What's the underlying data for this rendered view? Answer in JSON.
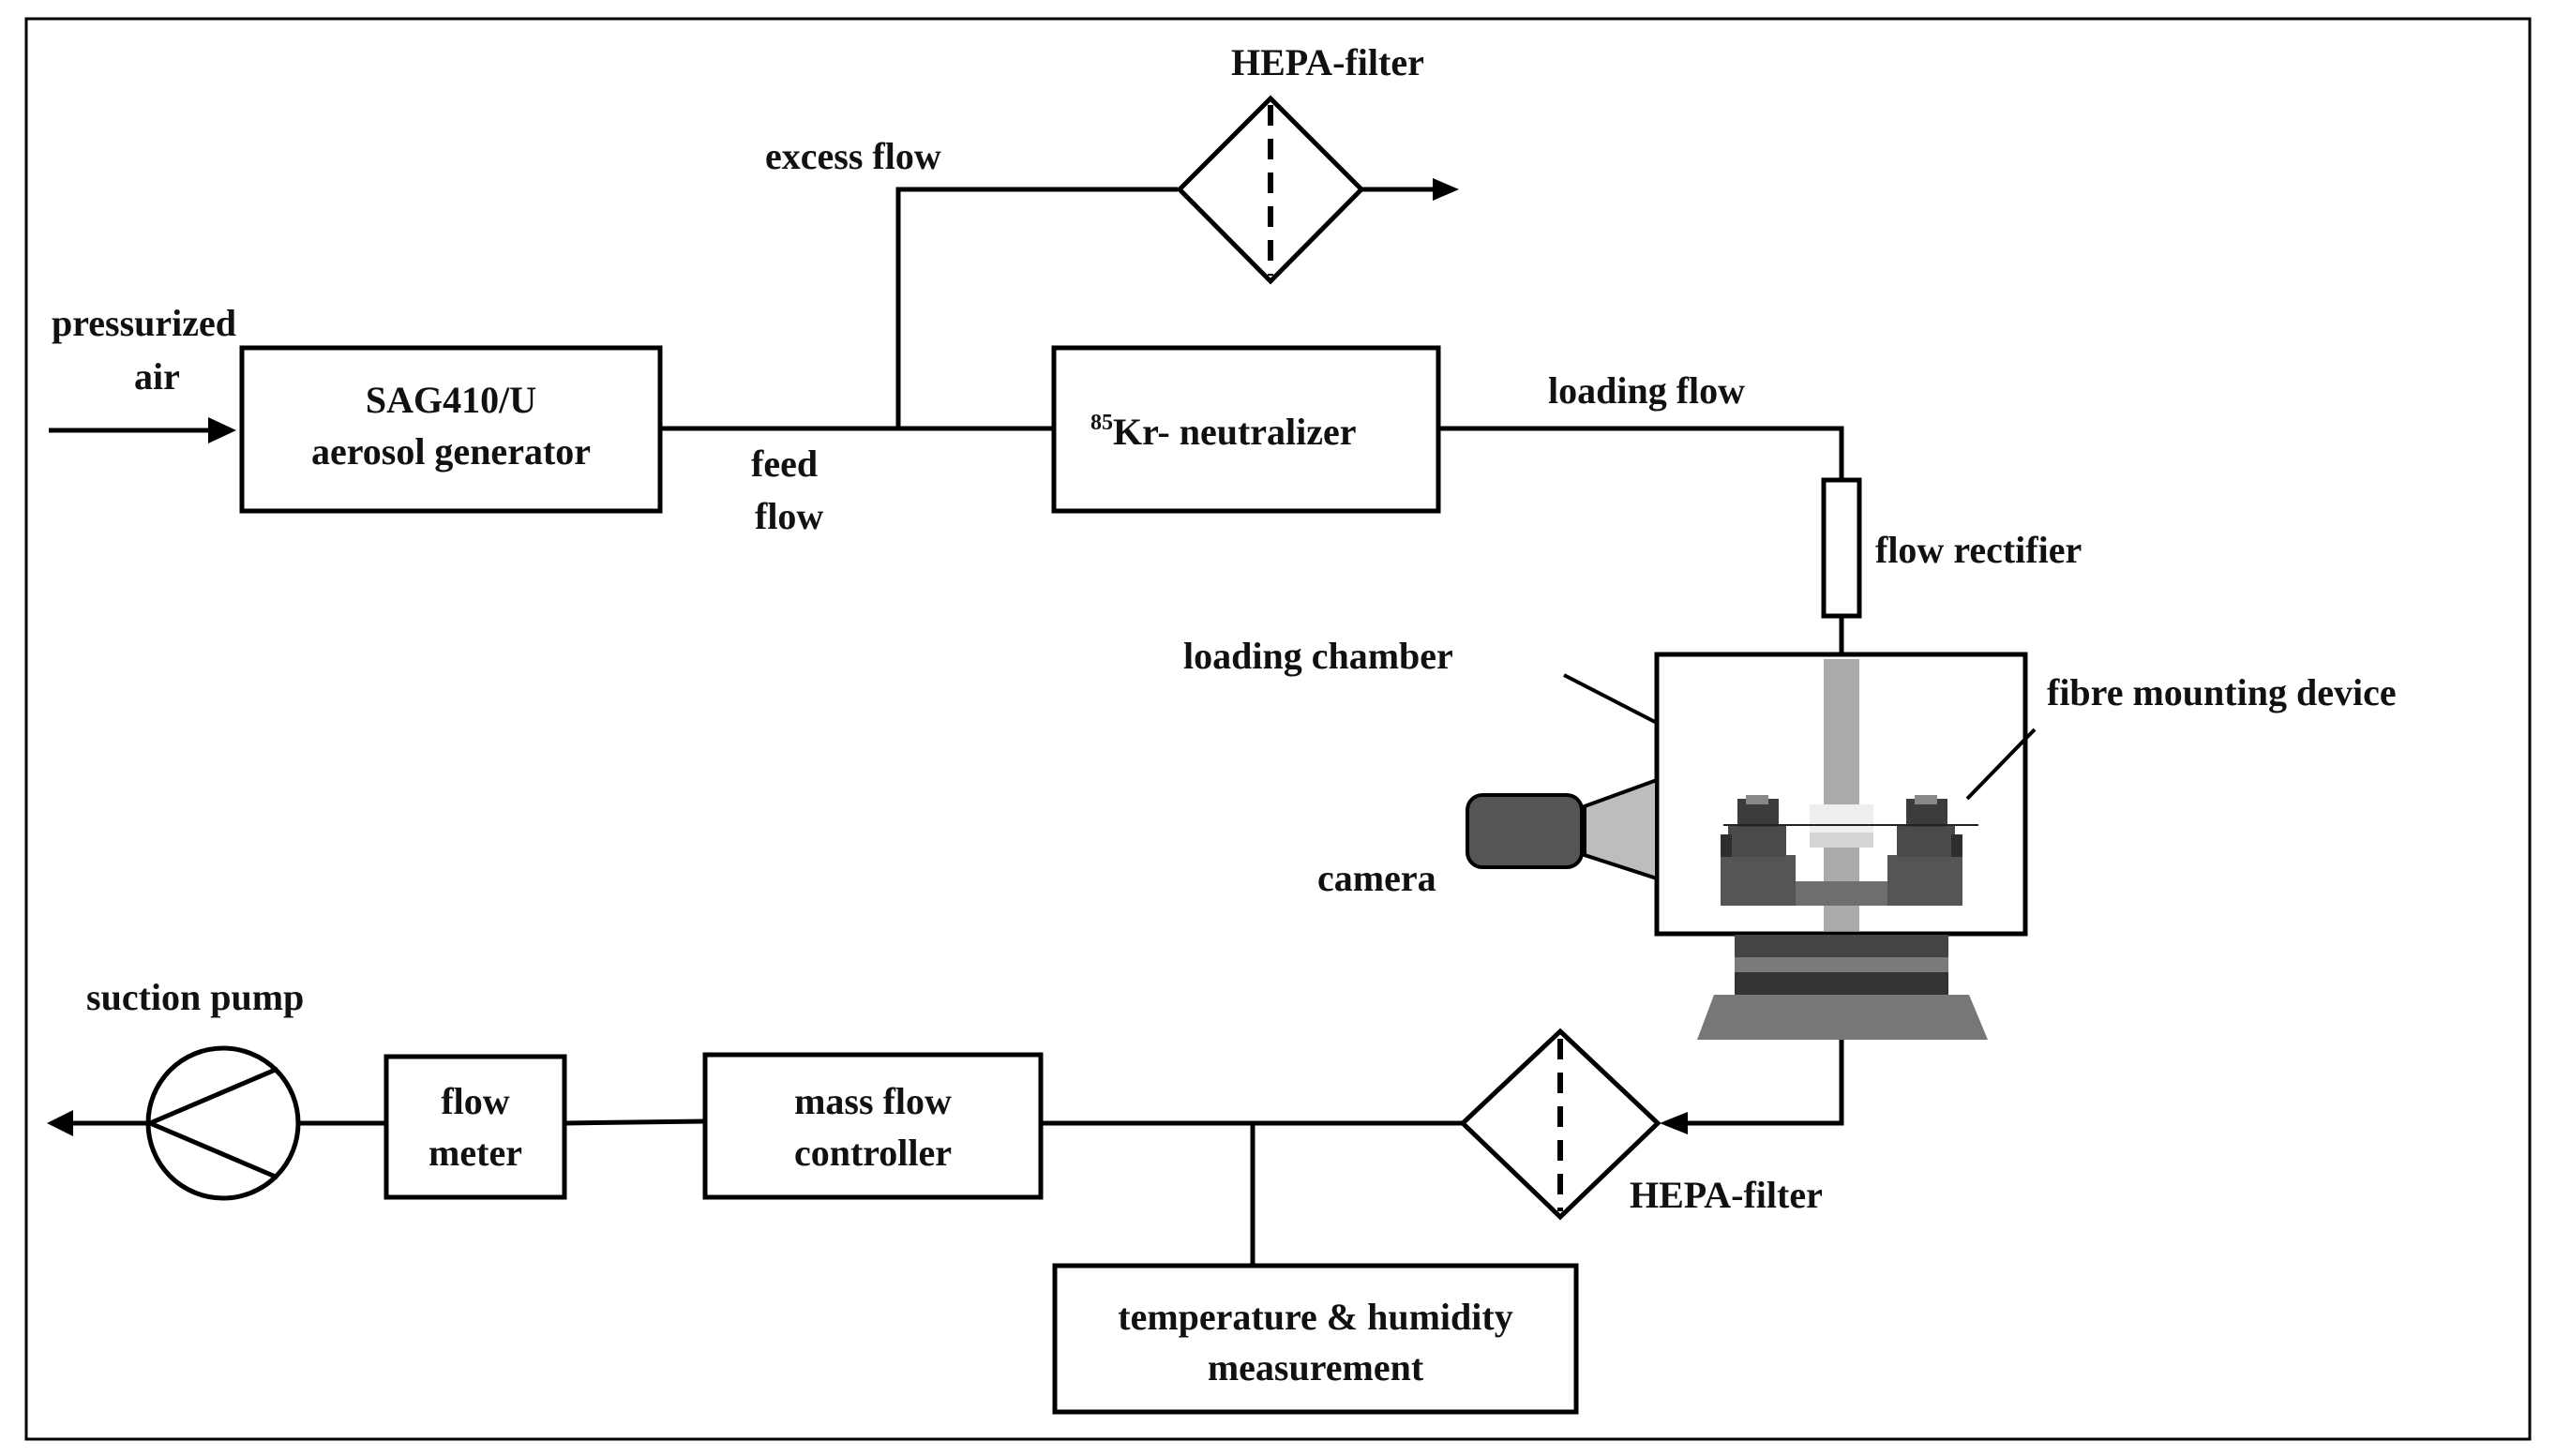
{
  "labels": {
    "pressurized_air_1": "pressurized",
    "pressurized_air_2": "air",
    "generator_1": "SAG410/U",
    "generator_2": "aerosol generator",
    "feed_flow_1": "feed",
    "feed_flow_2": "flow",
    "excess_flow": "excess flow",
    "hepa_top": "HEPA-filter",
    "neutralizer_sup": "85",
    "neutralizer": "Kr- neutralizer",
    "loading_flow": "loading flow",
    "flow_rectifier": "flow rectifier",
    "loading_chamber": "loading chamber",
    "fibre_mounting": "fibre mounting device",
    "camera": "camera",
    "suction_pump": "suction pump",
    "flow_meter_1": "flow",
    "flow_meter_2": "meter",
    "mass_flow_1": "mass flow",
    "mass_flow_2": "controller",
    "hepa_bottom": "HEPA-filter",
    "temp_1": "temperature & humidity",
    "temp_2": "measurement"
  }
}
